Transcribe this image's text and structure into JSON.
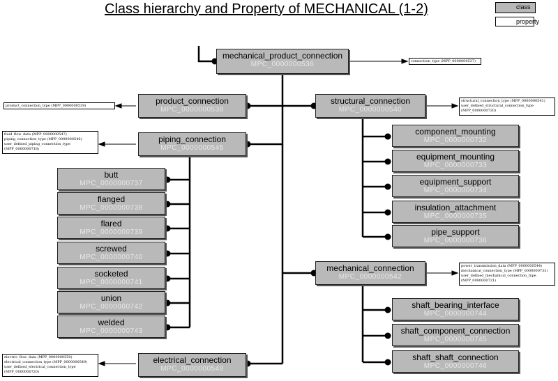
{
  "title": "Class hierarchy and Property of MECHANICAL (1-2)",
  "legend": {
    "class_label": "class",
    "property_label": "property"
  },
  "classes": {
    "mpc": {
      "name": "mechanical_product_connection",
      "code": "MPC_0000000536"
    },
    "product_connection": {
      "name": "product_connection",
      "code": "MPC_0000000538"
    },
    "piping_connection": {
      "name": "piping_connection",
      "code": "MPC_0000000545"
    },
    "butt": {
      "name": "butt",
      "code": "MPC_0000000737"
    },
    "flanged": {
      "name": "flanged",
      "code": "MPC_0000000738"
    },
    "flared": {
      "name": "flared",
      "code": "MPC_0000000739"
    },
    "screwed": {
      "name": "screwed",
      "code": "MPC_0000000740"
    },
    "socketed": {
      "name": "socketed",
      "code": "MPC_0000000741"
    },
    "union": {
      "name": "union",
      "code": "MPC_0000000742"
    },
    "welded": {
      "name": "welded",
      "code": "MPC_0000000743"
    },
    "structural_connection": {
      "name": "structural_connection",
      "code": "MPC_0000000540"
    },
    "component_mounting": {
      "name": "component_mounting",
      "code": "MPC_0000000732"
    },
    "equipment_mounting": {
      "name": "equipment_mounting",
      "code": "MPC_0000000733"
    },
    "equipment_support": {
      "name": "equipment_support",
      "code": "MPC_0000000734"
    },
    "insulation_attachment": {
      "name": "insulation_attachment",
      "code": "MPC_0000000735"
    },
    "pipe_support": {
      "name": "pipe_support",
      "code": "MPC_0000000736"
    },
    "mechanical_connection": {
      "name": "mechanical_connection",
      "code": "MPC_0000000542"
    },
    "shaft_bearing_interface": {
      "name": "shaft_bearing_interface",
      "code": "MPC_0000000744"
    },
    "shaft_component_connection": {
      "name": "shaft_component_connection",
      "code": "MPC_0000000745"
    },
    "shaft_shaft_connection": {
      "name": "shaft_shaft_connection",
      "code": "MPC_0000000746"
    },
    "electrical_connection": {
      "name": "electrical_connection",
      "code": "MPC_0000000549"
    }
  },
  "properties": {
    "mpc": [
      "connection_type (MPP_0000000537)"
    ],
    "product_connection": [
      "product_connection_type (MPP_0000000539)"
    ],
    "piping_connection": [
      "fluid_flow_data (MPP_0000000547)",
      "piping_connection_type (MPP_0000000546)",
      "user_defined_piping_connection_type",
      "(MPP_0000000718)"
    ],
    "structural_connection": [
      "structural_connection_type (MPP_0000000541)",
      "user_defined_structural_connection_type",
      "(MPP_0000000720)"
    ],
    "mechanical_connection": [
      "power_transmission_data (MPP_0000000544)",
      "mechanical_connection_type (MPP_0000000733)",
      "user_defined_mechanical_connection_type",
      "(MPP_0000000721)"
    ],
    "electrical_connection": [
      "electric_flow_data (MPP_0000000550)",
      "electrical_connection_type (MPP_0000000549)",
      "user_defined_electrical_connection_type",
      "(MPP_0000000720)"
    ]
  }
}
